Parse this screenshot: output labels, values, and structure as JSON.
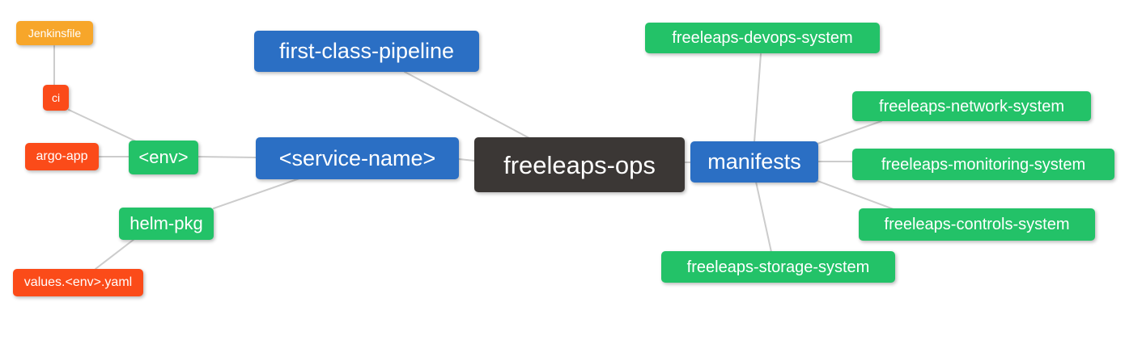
{
  "palette": {
    "background": "#ffffff",
    "edge": "#cccccc",
    "text": "#ffffff",
    "dark": "#3b3735",
    "blue": "#2b6fc4",
    "green": "#23c268",
    "orange": "#f7a62a",
    "red": "#fb4b19"
  },
  "mindmap": {
    "root_label": "freeleaps-ops",
    "nodes": [
      {
        "id": "jenkinsfile",
        "label": "Jenkinsfile",
        "color": "orange"
      },
      {
        "id": "ci",
        "label": "ci",
        "color": "red"
      },
      {
        "id": "argo-app",
        "label": "argo-app",
        "color": "red"
      },
      {
        "id": "env",
        "label": "<env>",
        "color": "green"
      },
      {
        "id": "helm-pkg",
        "label": "helm-pkg",
        "color": "green"
      },
      {
        "id": "values-env-yaml",
        "label": "values.<env>.yaml",
        "color": "red"
      },
      {
        "id": "first-class-pipeline",
        "label": "first-class-pipeline",
        "color": "blue"
      },
      {
        "id": "service-name",
        "label": "<service-name>",
        "color": "blue"
      },
      {
        "id": "freeleaps-ops",
        "label": "freeleaps-ops",
        "color": "dark"
      },
      {
        "id": "manifests",
        "label": "manifests",
        "color": "blue"
      },
      {
        "id": "freeleaps-devops-system",
        "label": "freeleaps-devops-system",
        "color": "green"
      },
      {
        "id": "freeleaps-network-system",
        "label": "freeleaps-network-system",
        "color": "green"
      },
      {
        "id": "freeleaps-monitoring-system",
        "label": "freeleaps-monitoring-system",
        "color": "green"
      },
      {
        "id": "freeleaps-controls-system",
        "label": "freeleaps-controls-system",
        "color": "green"
      },
      {
        "id": "freeleaps-storage-system",
        "label": "freeleaps-storage-system",
        "color": "green"
      }
    ],
    "edges": [
      {
        "from": "jenkinsfile",
        "to": "ci"
      },
      {
        "from": "ci",
        "to": "env"
      },
      {
        "from": "argo-app",
        "to": "env"
      },
      {
        "from": "env",
        "to": "service-name"
      },
      {
        "from": "helm-pkg",
        "to": "service-name"
      },
      {
        "from": "helm-pkg",
        "to": "values-env-yaml"
      },
      {
        "from": "service-name",
        "to": "freeleaps-ops"
      },
      {
        "from": "first-class-pipeline",
        "to": "freeleaps-ops"
      },
      {
        "from": "freeleaps-ops",
        "to": "manifests"
      },
      {
        "from": "manifests",
        "to": "freeleaps-devops-system"
      },
      {
        "from": "manifests",
        "to": "freeleaps-network-system"
      },
      {
        "from": "manifests",
        "to": "freeleaps-monitoring-system"
      },
      {
        "from": "manifests",
        "to": "freeleaps-controls-system"
      },
      {
        "from": "manifests",
        "to": "freeleaps-storage-system"
      }
    ]
  }
}
